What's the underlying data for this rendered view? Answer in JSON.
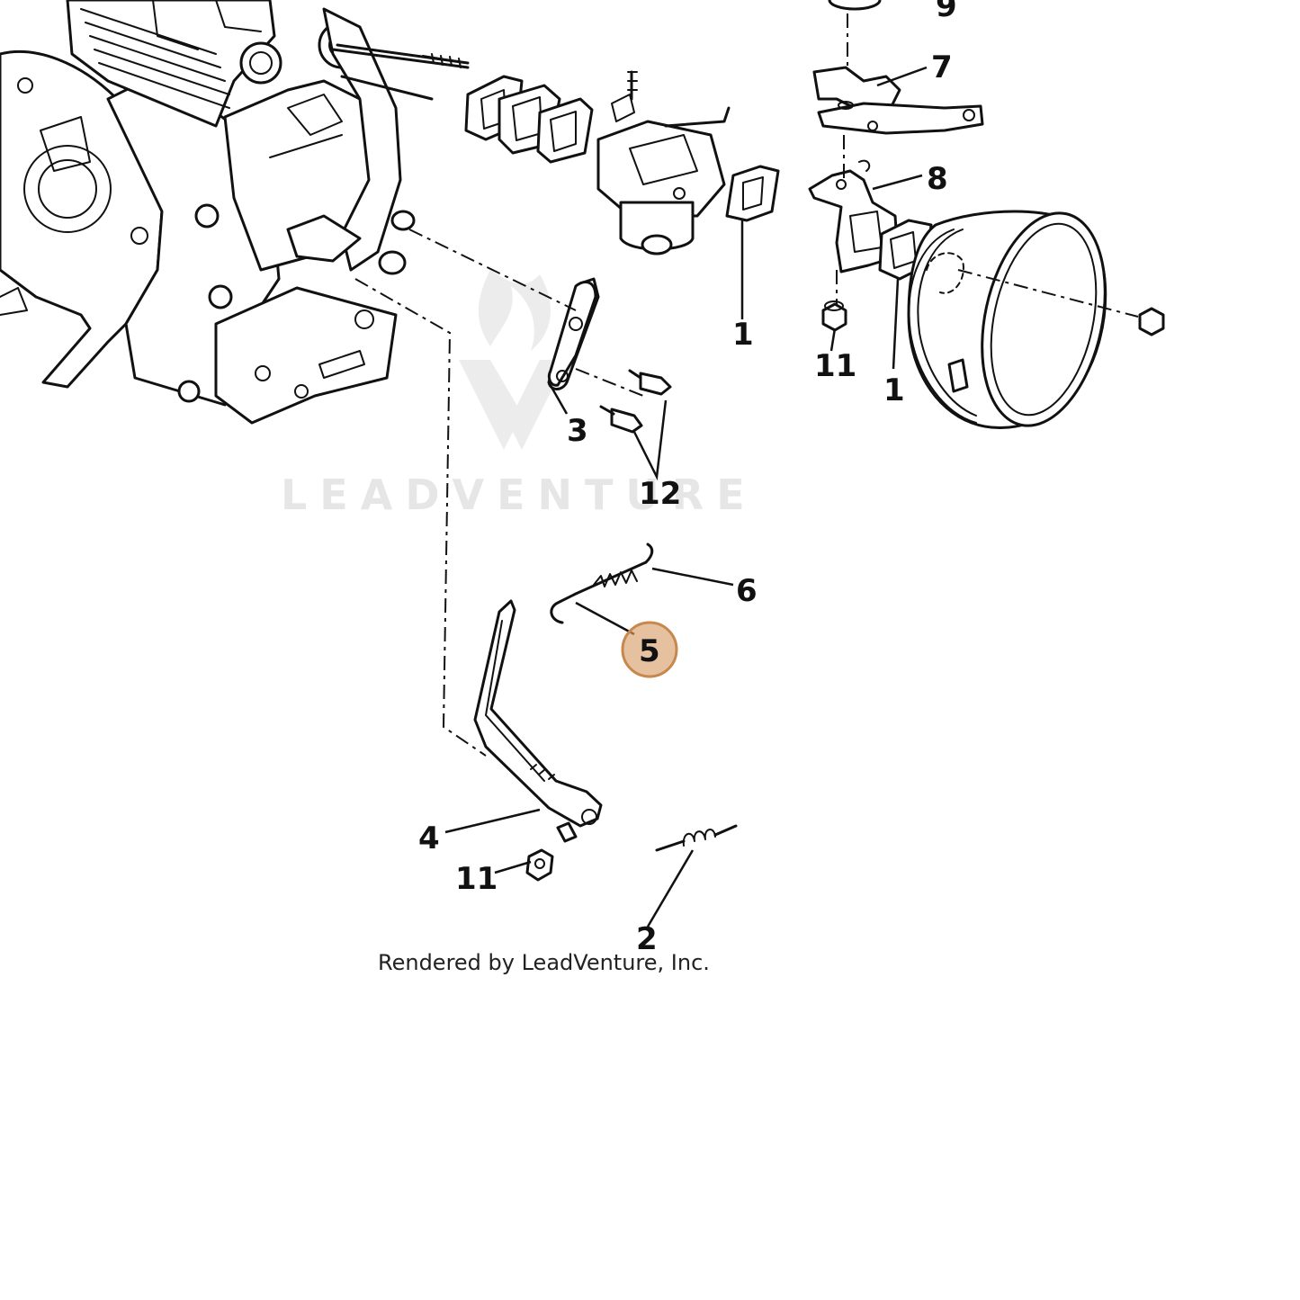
{
  "watermark": {
    "brand": "LEADVENTURE"
  },
  "highlight": {
    "color": "#d9a06b",
    "stroke": "#c8874c"
  },
  "callouts": {
    "c1a": "1",
    "c1b": "1",
    "c2": "2",
    "c3": "3",
    "c4": "4",
    "c5": "5",
    "c6": "6",
    "c7": "7",
    "c8": "8",
    "c9": "9",
    "c11a": "11",
    "c11b": "11",
    "c12": "12"
  },
  "credit": "Rendered by LeadVenture, Inc."
}
